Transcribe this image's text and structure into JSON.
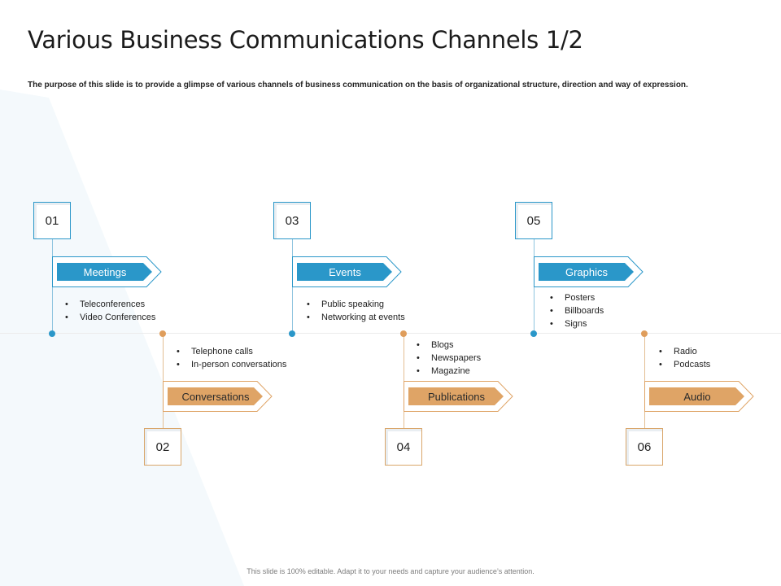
{
  "slide": {
    "title": "Various Business Communications Channels 1/2",
    "subtitle": "The purpose of this slide is to provide a glimpse of various channels of business communication on the basis of organizational structure, direction and way of expression.",
    "footer": "This slide is 100% editable. Adapt it to your needs and capture your audience’s attention."
  },
  "colors": {
    "blue": "#2a97c9",
    "orange": "#dfa466"
  },
  "channels": [
    {
      "number": "01",
      "label": "Meetings",
      "bullets": [
        "Teleconferences",
        "Video Conferences"
      ]
    },
    {
      "number": "02",
      "label": "Conversations",
      "bullets": [
        "Telephone calls",
        "In-person conversations"
      ]
    },
    {
      "number": "03",
      "label": "Events",
      "bullets": [
        "Public speaking",
        "Networking at events"
      ]
    },
    {
      "number": "04",
      "label": "Publications",
      "bullets": [
        "Blogs",
        "Newspapers",
        "Magazine"
      ]
    },
    {
      "number": "05",
      "label": "Graphics",
      "bullets": [
        "Posters",
        "Billboards",
        "Signs"
      ]
    },
    {
      "number": "06",
      "label": "Audio",
      "bullets": [
        "Radio",
        "Podcasts"
      ]
    }
  ]
}
